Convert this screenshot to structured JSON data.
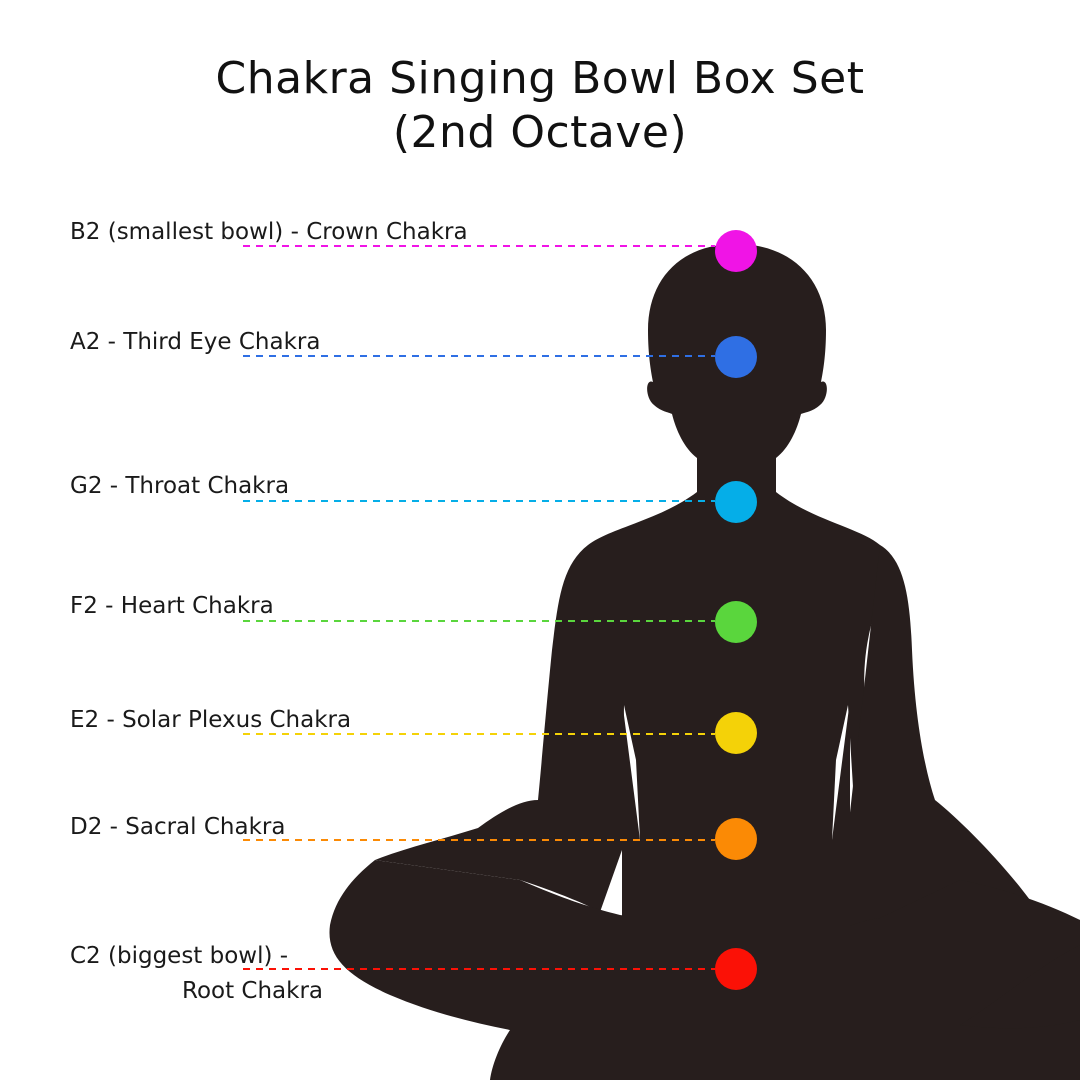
{
  "title": {
    "line1": "Chakra Singing Bowl Box Set",
    "line2": "(2nd Octave)"
  },
  "chakras": [
    {
      "label": "B2 (smallest bowl) - Crown Chakra",
      "color": "#f014e6"
    },
    {
      "label": "A2 - Third Eye Chakra",
      "color": "#2f6fe4"
    },
    {
      "label": "G2 - Throat Chakra",
      "color": "#05aee8"
    },
    {
      "label": "F2 - Heart Chakra",
      "color": "#5ad63d"
    },
    {
      "label": "E2 - Solar Plexus Chakra",
      "color": "#f4d208"
    },
    {
      "label": "D2 - Sacral Chakra",
      "color": "#fb8a05"
    },
    {
      "label_line1": "C2 (biggest bowl) -",
      "label_line2": "Root Chakra",
      "color": "#fb1106"
    }
  ],
  "silhouette_color": "#271e1d"
}
